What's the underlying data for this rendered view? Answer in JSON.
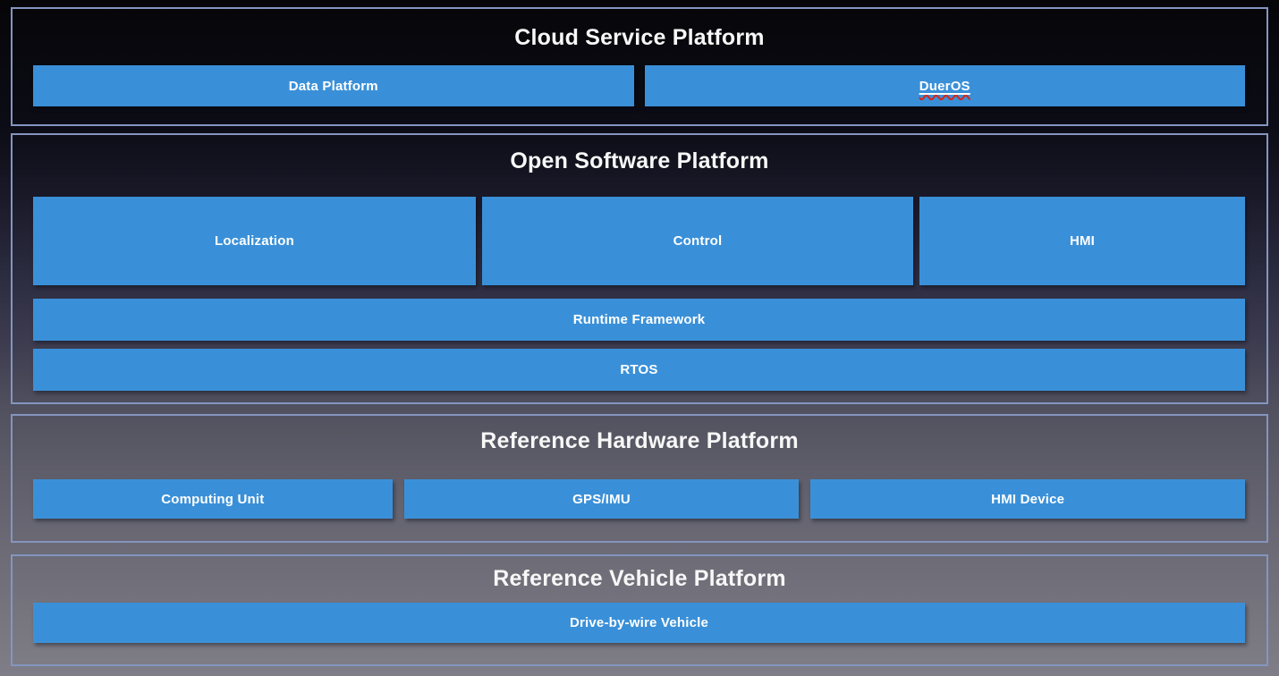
{
  "colors": {
    "box_blue": "#3a90d8",
    "section_border": "#8495bf",
    "box_text": "#ffffff",
    "title_text": "#f7f7f7",
    "spellcheck_red": "#d5261b",
    "background_top": "#060609",
    "background_bottom": "#7f7e88"
  },
  "sections": [
    {
      "title": "Cloud Service Platform",
      "rows": [
        {
          "boxes": [
            {
              "label": "Data Platform"
            },
            {
              "label": "DuerOS",
              "spellcheck_underline": true
            }
          ]
        }
      ]
    },
    {
      "title": "Open Software Platform",
      "rows": [
        {
          "boxes": [
            {
              "label": "Localization"
            },
            {
              "label": "Control"
            },
            {
              "label": "HMI"
            }
          ]
        },
        {
          "boxes": [
            {
              "label": "Runtime Framework"
            }
          ]
        },
        {
          "boxes": [
            {
              "label": "RTOS"
            }
          ]
        }
      ]
    },
    {
      "title": "Reference Hardware Platform",
      "rows": [
        {
          "boxes": [
            {
              "label": "Computing Unit"
            },
            {
              "label": "GPS/IMU"
            },
            {
              "label": "HMI Device"
            }
          ]
        }
      ]
    },
    {
      "title": "Reference Vehicle Platform",
      "rows": [
        {
          "boxes": [
            {
              "label": "Drive-by-wire Vehicle"
            }
          ]
        }
      ]
    }
  ]
}
